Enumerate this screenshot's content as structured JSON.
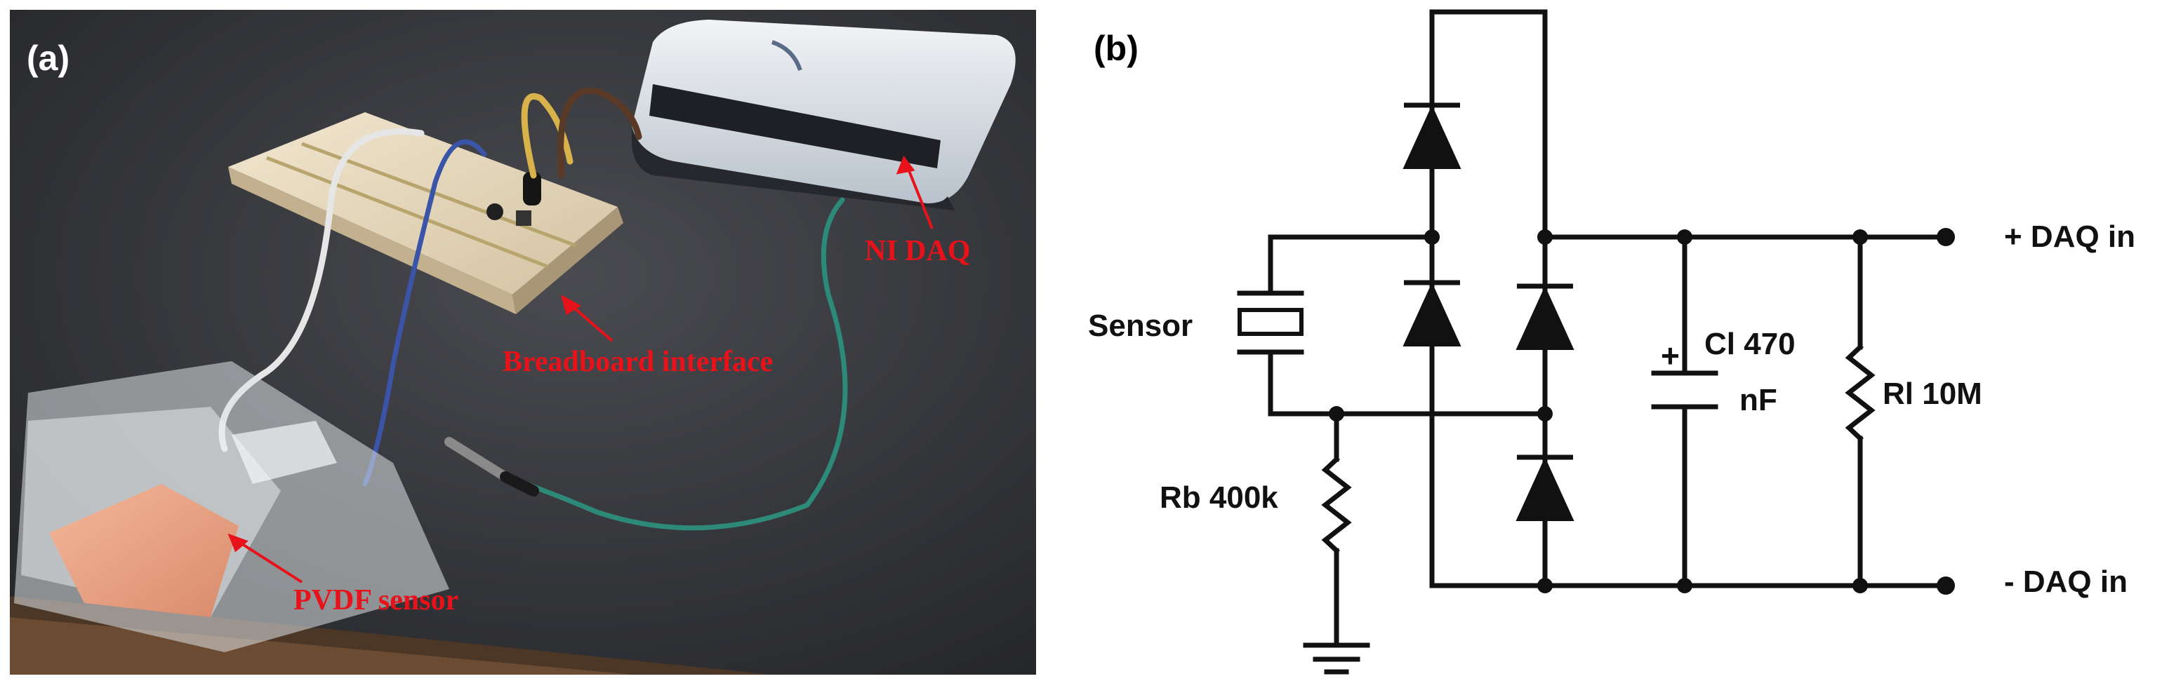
{
  "panel_a": {
    "label": "(a)",
    "annotations": {
      "ni_daq": "NI DAQ",
      "breadboard": "Breadboard interface",
      "pvdf": "PVDF sensor"
    },
    "colors": {
      "annotation": "#e8121a",
      "table": "#35363b"
    }
  },
  "panel_b": {
    "label": "(b)",
    "sensor": "Sensor",
    "rb": "Rb 400k",
    "ci_line1": "Cl 470",
    "ci_line2": "nF",
    "ci_polarity": "+",
    "rl": "Rl 10M",
    "daq_plus": "+ DAQ in",
    "daq_minus": "- DAQ in"
  }
}
